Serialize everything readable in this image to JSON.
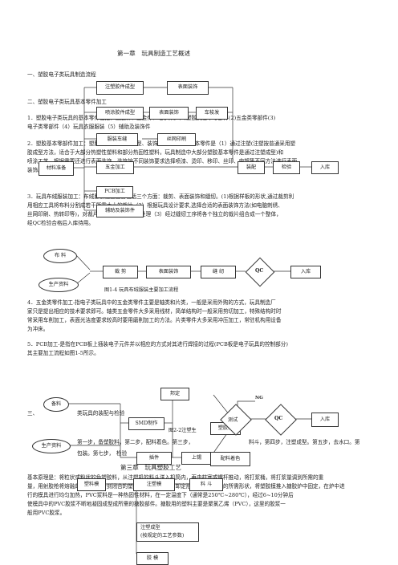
{
  "chapter_title": "第一章　玩具制造工艺概述",
  "sec1": {
    "heading": "一、塑胶电子类玩具制造流程",
    "chart": {
      "injection": "注塑胶件成型",
      "surface": "表面装饰",
      "sprayed_parts": "喷涂胶件成型",
      "surface2": "表面装饰",
      "hair": "车梭发",
      "sew": "服装车缝",
      "silk": "丝网印刷",
      "material_prep": "材料准备",
      "hardware": "五金加工",
      "assembly": "装配",
      "inspect": "检验",
      "warehouse": "入库",
      "pcb": "PCB加工",
      "aux": "辅助及装饰件"
    }
  },
  "sec2": {
    "heading": "二、塑胶电子类玩具基本零件加工",
    "para1": [
      "1．塑胶电子类玩具的基本零件包括：塑胶件、五金件、电子件。(1)塑胶类基本零部件(2)五金类零部件(3)",
      "电子类零部件（4）玩具衣服服装（5）辅助及装饰件"
    ],
    "para2": [
      "2．塑胶基本零部件加工：塑胶件加工包括：成型、装饰、装配。塑胶基本零件是（1）通过注塑(注塑按普通采用塑",
      "胶成型方法，适合于大部分热塑性塑料和部分热固性塑料，玩具制造中大部分塑胶基本零件是通过注塑成型)和",
      "喷涂工艺，根据需要还进行表面装饰，装饰按不同装饰要求选择喷漆、烫印、移印、丝印、电镀等不同方法进行表面",
      "装饰。"
    ],
    "para3": [
      "3．玩具布绒服装加工：布绒服装加工主要包括三个方面：裁剪、表面装饰和缝纫。(1)根据样板的形状,通过裁剪利",
      "用相应工具将布料分割成若干所需大小的裁片（2）根据玩具设计要求,选择合适的表面装饰方法(如电脑刺绣、",
      "丝网印刷、热转印等)，对裁片进行表面进行装饰处理（3）经过缝纫工序将各个独立的裁片组合成一个整体，",
      "经QC检验合格后入库待用。"
    ]
  },
  "fig14": {
    "fabric": "布 料",
    "prod_data": "生产资料",
    "cut": "裁  剪",
    "surface": "表面装饰",
    "sew": "缝  纫",
    "qc": "QC",
    "warehouse": "入库",
    "caption": "图1-4 玩具布绒服装主要加工流程"
  },
  "para4": [
    "4．五金类零件加工-指电子类玩具中的五金类零件主要是轴类和片类，一般是采用外购的方式，玩具制造厂",
    "家只是提出相应的技术要求即可。轴类五金零件大多采用线材，简单结构时一般采用剪切加工，特殊结构时时",
    "常采用车削加工，表面光洁度要求较高时要用磨削加工的方法。片类零件大多采用冲压加工，常驻机构用设备",
    "为冲床。"
  ],
  "para5": [
    "5．PCB加工-是指在PCB板上插装电子元件并以相应的方式对其进行焊接的过程(PCB板是电子玩具的控制部分)",
    "其主要加工流程如图1-5所示。"
  ],
  "fig15": {
    "prep": "备料",
    "prod_data": "生产资料",
    "fixture": "邦定",
    "smd": "SMD制作",
    "insert": "插件",
    "solder": "上锡",
    "test": "测试",
    "ng": "NG",
    "qc": "QC",
    "warehouse": "入库"
  },
  "sec3": {
    "heading_frag": "三、",
    "heading_rest": "类玩具的装配与检验",
    "fig22_caption": "图2-2注塑生",
    "molded_parts": "塑胶料",
    "steps_frag1": "第一步，备塑胶料。第二步，配料着色。第三步，",
    "steps_frag2": "料斗，第四步，注塑成型。第五步，去水口。第",
    "steps_frag3": "包装。第七步，",
    "steps_frag4": "检验",
    "color_mix": "配料着色"
  },
  "chapter3": {
    "title": "第三章　玩具塑胶工艺",
    "para": [
      "基本原理是：将粒状或粉状的色塑胶料，从注塑机的料斗送入机筒内，再由柱塞或螺杆推动，将打浆桶，将打浆量调到所需的重",
      "量，用射胶枪将熔融的塑胶料注射到闭合的塑胶模具内，使之冷却定形后得到塑胶模的所需形状，将塑胶模推入搪胶炉中固定，在炉中进",
      "行的模具进行均匀加热，PVC浆料是一种热固性材料，在一定温度下（通常是250℃~280℃），经过6~10分钟后",
      "使模具中的PVC胶浆不断地凝固成型成所需的搪胶部件。搪胶用的塑料主要是聚氯乙烯（PVC），这里的胶浆一",
      "般用PVC胶浆。"
    ],
    "chart": {
      "plastic": "塑料模",
      "inject_mold": "注塑模",
      "hopper": "料 斗",
      "process": "注塑成型",
      "process_sub": "(按规定的工艺参数)",
      "mold": "胶 模"
    }
  }
}
